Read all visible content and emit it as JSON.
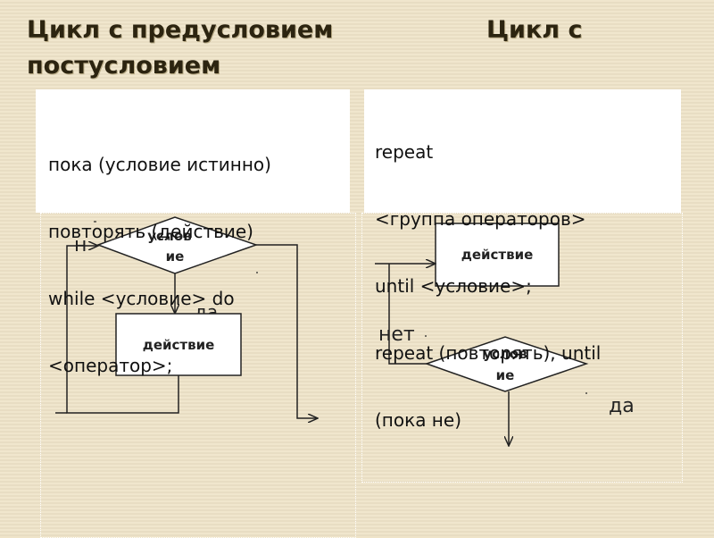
{
  "title": {
    "left": "Цикл с предусловием",
    "right": "Цикл с",
    "second_line": "постусловием"
  },
  "precondition": {
    "text_lines": [
      "пока (условие истинно)",
      "повторять (действие)",
      "while <условие> do",
      "<оператор>;"
    ],
    "condition_label_1": "услов",
    "condition_label_2": "ие",
    "action_label": "действие",
    "partial_label_left": "н",
    "partial_label_yes": "да"
  },
  "postcondition": {
    "text_lines": [
      "repeat",
      "<группа операторов>",
      "until <условие>;",
      "repeat (повторять), until",
      "(пока не)"
    ],
    "action_label": "действие",
    "condition_label_1": "услов",
    "condition_label_2": "ие",
    "label_no": "нет",
    "label_yes": "да"
  }
}
